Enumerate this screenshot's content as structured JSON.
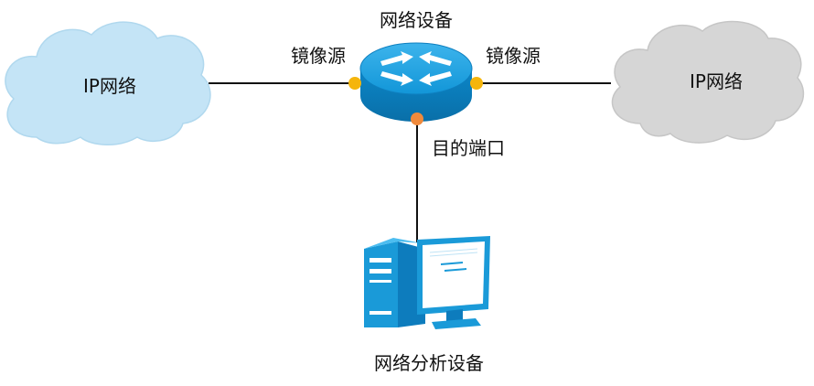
{
  "diagram": {
    "title": "网络设备",
    "left_network": {
      "label": "IP网络",
      "color": "#c4e4f6"
    },
    "right_network": {
      "label": "IP网络",
      "color": "#d6d6d6"
    },
    "mirror_source_left": "镜像源",
    "mirror_source_right": "镜像源",
    "destination_port": "目的端口",
    "analyzer": "网络分析设备",
    "colors": {
      "router": "#1296d8",
      "mirror_port": "#f5b50c",
      "destination_port": "#f08a3c",
      "link": "#111111"
    }
  }
}
